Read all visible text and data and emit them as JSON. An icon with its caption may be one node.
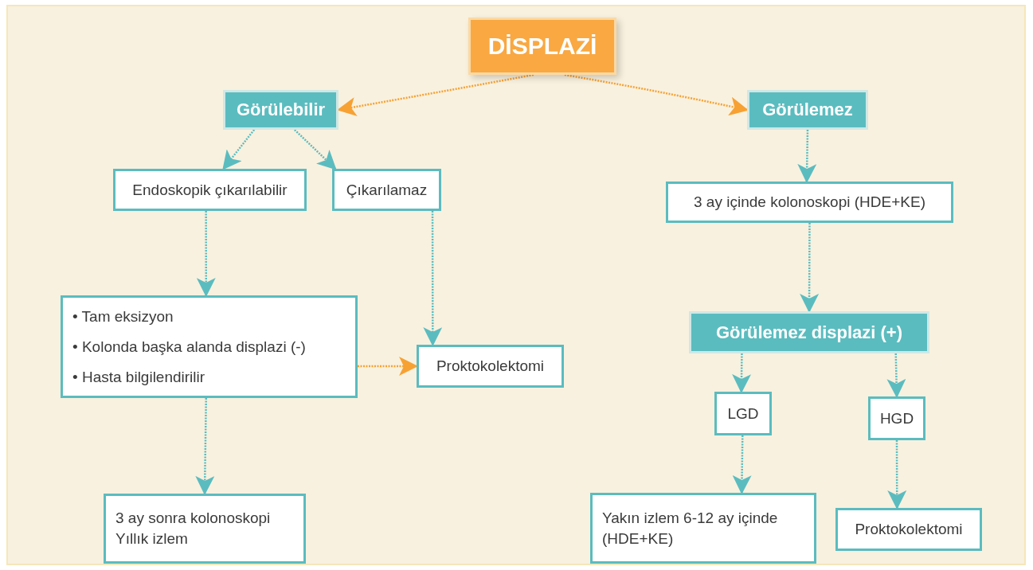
{
  "diagram": {
    "nodes": [
      {
        "text": [
          "DİSPLAZİ"
        ]
      },
      {
        "text": [
          "Görülebilir"
        ]
      },
      {
        "text": [
          "Görülemez"
        ]
      },
      {
        "text": [
          "Endoskopik çıkarılabilir"
        ]
      },
      {
        "text": [
          "Çıkarılamaz"
        ]
      },
      {
        "text": [
          "3 ay içinde kolonoskopi (HDE+KE)"
        ]
      },
      {
        "text": [
          "• Tam eksizyon",
          "• Kolonda başka alanda displazi (-)",
          "• Hasta bilgilendirilir"
        ]
      },
      {
        "text": [
          "Proktokolektomi"
        ]
      },
      {
        "text": [
          "Görülemez displazi (+)"
        ]
      },
      {
        "text": [
          "LGD"
        ]
      },
      {
        "text": [
          "HGD"
        ]
      },
      {
        "text": [
          "3 ay sonra kolonoskopi",
          "Yıllık izlem"
        ]
      },
      {
        "text": [
          "Yakın izlem 6-12 ay içinde (HDE+KE)"
        ]
      },
      {
        "text": [
          "Proktokolektomi"
        ]
      }
    ],
    "edges": [
      {
        "from": 0,
        "to": 1,
        "arrow": "to",
        "color": "#f7a133"
      },
      {
        "from": 0,
        "to": 2,
        "arrow": "to",
        "color": "#f7a133"
      },
      {
        "from": 1,
        "to": 3,
        "arrow": "to"
      },
      {
        "from": 1,
        "to": 4,
        "arrow": "to"
      },
      {
        "from": 2,
        "to": 5,
        "arrow": "to"
      },
      {
        "from": 3,
        "to": 6,
        "arrow": "to"
      },
      {
        "from": 4,
        "to": 7,
        "arrow": "to"
      },
      {
        "from": 6,
        "to": 7,
        "arrow": "to",
        "color": "#f7a133"
      },
      {
        "from": 5,
        "to": 8,
        "arrow": "to"
      },
      {
        "from": 6,
        "to": 11,
        "arrow": "to"
      },
      {
        "from": 8,
        "to": 9,
        "arrow": "to"
      },
      {
        "from": 8,
        "to": 10,
        "arrow": "to"
      },
      {
        "from": 9,
        "to": 12,
        "arrow": "to"
      },
      {
        "from": 10,
        "to": 13,
        "arrow": "to"
      }
    ]
  }
}
